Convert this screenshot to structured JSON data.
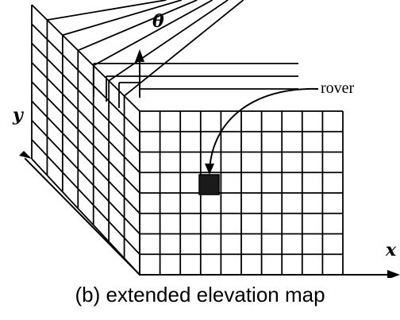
{
  "labels": {
    "theta": "θ",
    "rover": "rover",
    "y_axis": "y",
    "x_axis": "x"
  },
  "caption": "(b) extended elevation map",
  "colors": {
    "ink": "#000000",
    "rover_fill": "#1a1a1a",
    "background": "#ffffff"
  }
}
